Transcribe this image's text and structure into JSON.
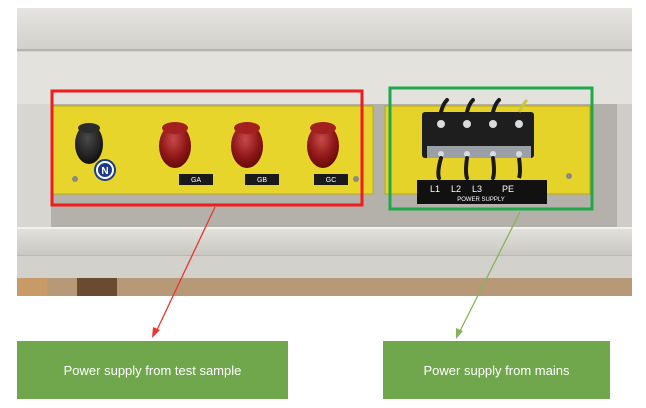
{
  "panel_labels": {
    "phase_a": "GA",
    "phase_b": "GB",
    "phase_c": "GC",
    "neutral": "N"
  },
  "terminal_block": {
    "terminals": [
      "L1",
      "L2",
      "L3",
      "PE"
    ],
    "plate_text": "POWER SUPPLY"
  },
  "callouts": {
    "test_sample": "Power supply from test sample",
    "mains": "Power supply from mains"
  },
  "colors": {
    "callout_bg": "#70a74c",
    "red_box": "#ee1c1c",
    "green_box": "#1fa84a",
    "yellow_panel": "#ecd92a",
    "red_arrow": "#e8362f",
    "green_arrow": "#86b35a"
  }
}
